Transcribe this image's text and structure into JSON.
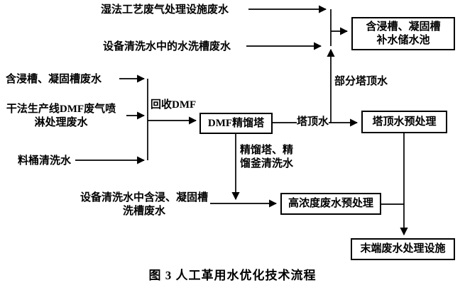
{
  "title": {
    "caption": "图 3  人工革用水优化技术流程"
  },
  "nodes": {
    "reservoir": "含浸槽、凝固槽\n补水储水池",
    "dmf_tower": "DMF精馏塔",
    "tower_water_pre": "塔顶水预处理",
    "high_conc_pre": "高浓度废水预处理",
    "end_treatment": "末端废水处理设施"
  },
  "sources": {
    "wet_process": "湿法工艺废气处理设施废水",
    "equip_wash_water": "设备清洗水中的水洗槽废水",
    "impregnation_waste": "含浸槽、凝固槽废水",
    "dry_line_dmf": "干法生产线DMF废气喷\n淋处理废水",
    "barrel_wash": "料桶清洗水",
    "equip_wash_tank": "设备清洗水中含浸、凝固槽\n洗槽废水"
  },
  "edge_labels": {
    "recycle_dmf": "回收DMF",
    "tower_water": "塔顶水",
    "partial_tower_water": "部分塔顶水",
    "distill_wash": "精馏塔、精\n馏釜清洗水"
  },
  "colors": {
    "line": "#000000",
    "background": "#ffffff"
  }
}
